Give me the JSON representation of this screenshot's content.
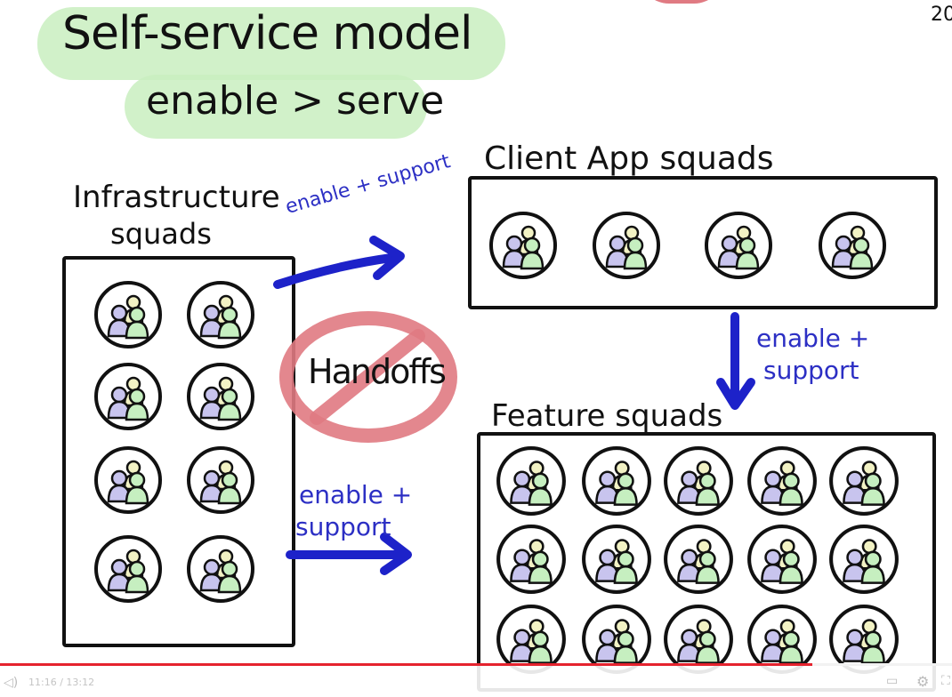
{
  "slide": {
    "title": "Self-service model",
    "subtitle": "enable > serve",
    "corner_number": "20",
    "infra_label_line1": "Infrastructure",
    "infra_label_line2": "squads",
    "client_label": "Client App squads",
    "feature_label": "Feature squads",
    "handoffs_label": "Handoffs",
    "arrow_top_label": "enable + support",
    "arrow_right_line1": "enable +",
    "arrow_right_line2": "support",
    "arrow_bottom_line1": "enable +",
    "arrow_bottom_line2": "support",
    "infra_squad_count": 8,
    "client_squad_count": 4,
    "feature_squad_count": 15
  },
  "colors": {
    "highlight": "#c9efc0",
    "arrow": "#1d22c9",
    "prohibit": "#e07a82",
    "person_purple": "#c8c4ee",
    "person_green": "#c6efc0",
    "person_yellow": "#f2f2c4",
    "progress": "#e5232e"
  },
  "player": {
    "time": "11:16 / 13:12",
    "progress_fraction": 0.853
  }
}
